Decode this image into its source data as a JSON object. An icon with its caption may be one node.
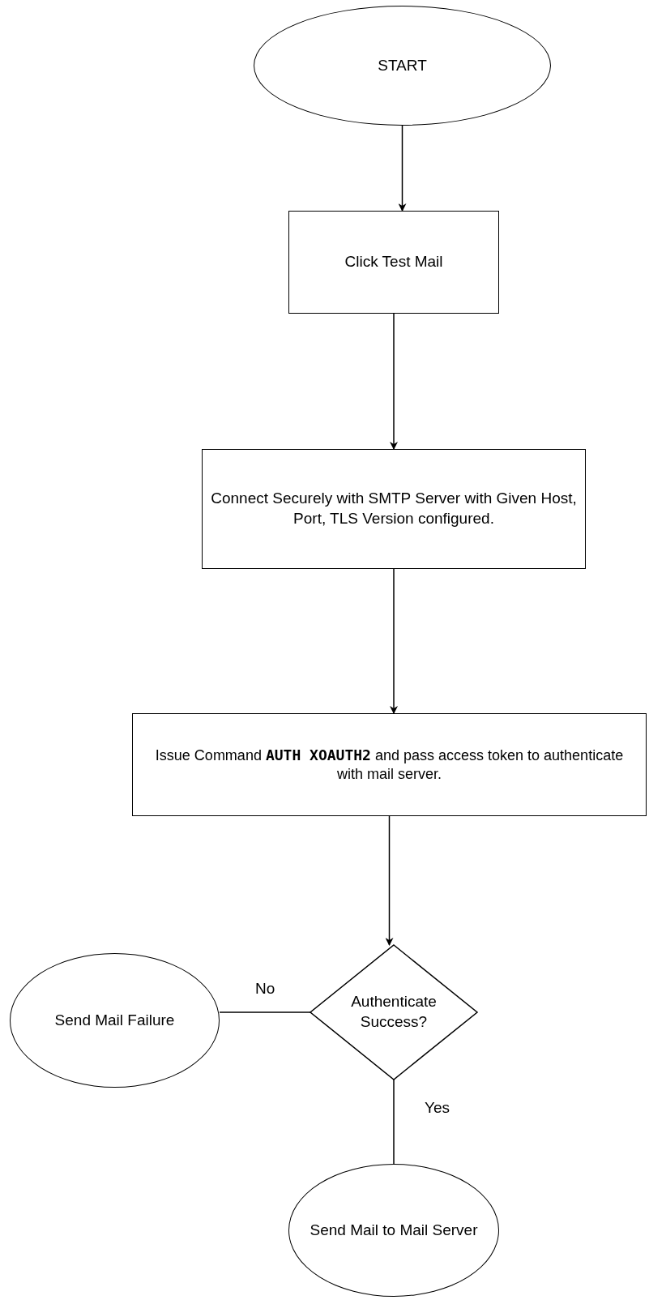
{
  "diagram": {
    "nodes": [
      {
        "text": [
          "START"
        ]
      },
      {
        "text": [
          "Click Test Mail"
        ]
      },
      {
        "text": [
          "Connect Securely with SMTP Server with Given Host, Port, TLS Version configured."
        ]
      },
      {
        "text": [
          "Issue Command **AUTH XOAUTH2** and pass access token to authenticate with mail server."
        ]
      },
      {
        "text": [
          "Authenticate Success?"
        ]
      },
      {
        "text": [
          "Send Mail Failure"
        ]
      },
      {
        "text": [
          "Send Mail to Mail Server"
        ]
      }
    ],
    "edges": [
      {
        "from": 0,
        "to": 1,
        "arrow": "to"
      },
      {
        "from": 1,
        "to": 2,
        "arrow": "to"
      },
      {
        "from": 2,
        "to": 3,
        "arrow": "to"
      },
      {
        "from": 3,
        "to": 4,
        "arrow": "to"
      },
      {
        "from": 4,
        "to": 5,
        "arrow": "none",
        "label": "No"
      },
      {
        "from": 4,
        "to": 6,
        "arrow": "none",
        "label": "Yes"
      }
    ]
  }
}
